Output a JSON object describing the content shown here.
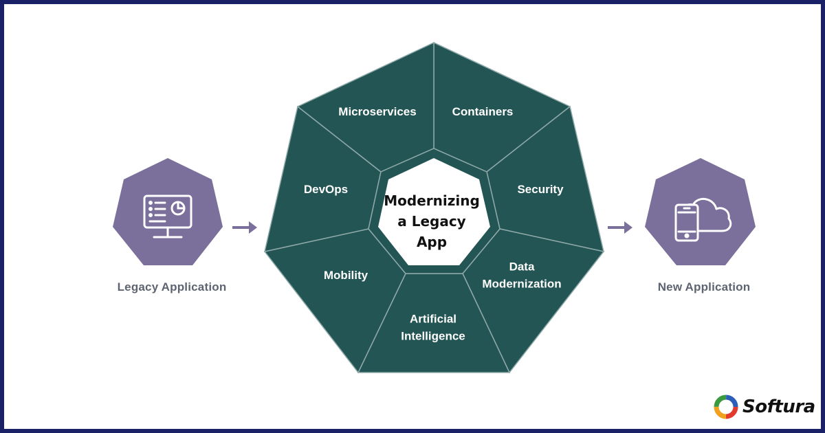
{
  "diagram": {
    "center": {
      "lines": [
        "Modernizing",
        "a Legacy",
        "App"
      ]
    },
    "segments": [
      {
        "lines": [
          "Microservices"
        ]
      },
      {
        "lines": [
          "Containers"
        ]
      },
      {
        "lines": [
          "Security"
        ]
      },
      {
        "lines": [
          "Data",
          "Modernization"
        ]
      },
      {
        "lines": [
          "Artificial",
          "Intelligence"
        ]
      },
      {
        "lines": [
          "Mobility"
        ]
      },
      {
        "lines": [
          "DevOps"
        ]
      }
    ],
    "legacy": {
      "label": "Legacy Application",
      "icon": "dashboard-monitor-icon"
    },
    "new_app": {
      "label": "New Application",
      "icon": "phone-cloud-icon"
    }
  },
  "brand": {
    "name": "Softura",
    "icon": "softura-logo-icon"
  },
  "colors": {
    "frame": "#1a2166",
    "segment_fill": "#245555",
    "segment_divider": "#8fa9a9",
    "side_hex": "#7b6f9c",
    "arrow": "#7b6f9c",
    "label_text": "#5d6370"
  }
}
